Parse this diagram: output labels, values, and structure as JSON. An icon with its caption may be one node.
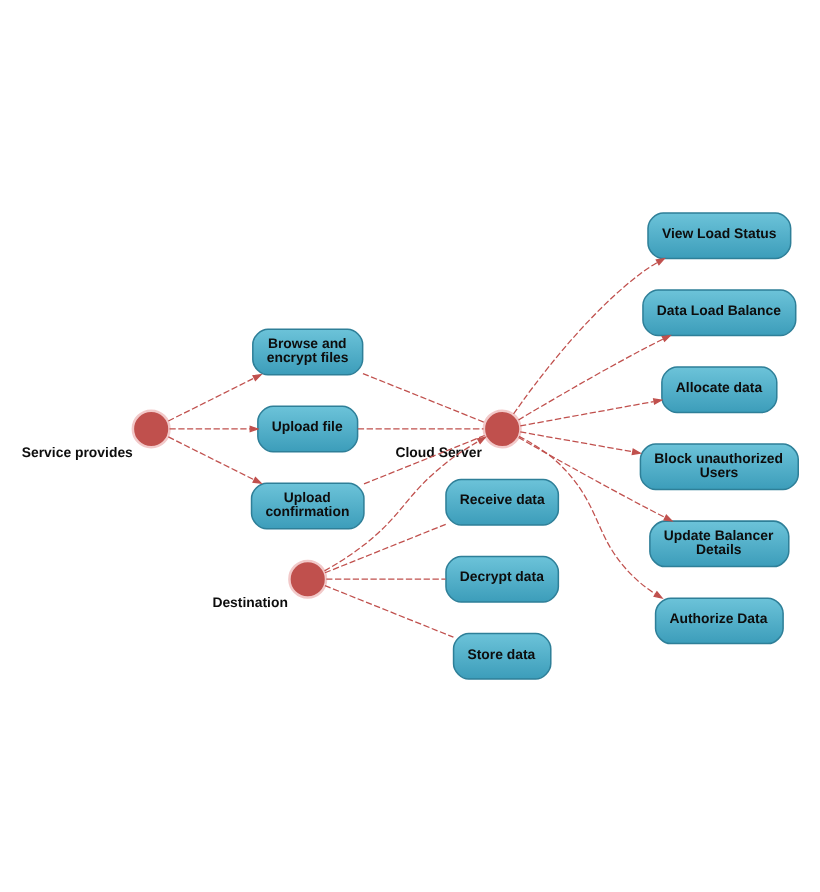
{
  "diagram": {
    "nodes": [
      {
        "text": [
          "Service provides"
        ]
      },
      {
        "text": [
          "Browse and encrypt files"
        ]
      },
      {
        "text": [
          "Upload file"
        ]
      },
      {
        "text": [
          "Upload confirmation"
        ]
      },
      {
        "text": [
          "Cloud Server"
        ]
      },
      {
        "text": [
          "View Load Status"
        ]
      },
      {
        "text": [
          "Data Load Balance"
        ]
      },
      {
        "text": [
          "Allocate data"
        ]
      },
      {
        "text": [
          "Block unauthorized Users"
        ]
      },
      {
        "text": [
          "Update Balancer Details"
        ]
      },
      {
        "text": [
          "Authorize Data"
        ]
      },
      {
        "text": [
          "Destination"
        ]
      },
      {
        "text": [
          "Receive data"
        ]
      },
      {
        "text": [
          "Decrypt data"
        ]
      },
      {
        "text": [
          "Store data"
        ]
      }
    ],
    "edges": [
      {
        "from": 0,
        "to": 1,
        "arrow": "to"
      },
      {
        "from": 0,
        "to": 2,
        "arrow": "to"
      },
      {
        "from": 0,
        "to": 3,
        "arrow": "to"
      },
      {
        "from": 1,
        "to": 4,
        "arrow": "none"
      },
      {
        "from": 2,
        "to": 4,
        "arrow": "none"
      },
      {
        "from": 3,
        "to": 4,
        "arrow": "none"
      },
      {
        "from": 4,
        "to": 5,
        "arrow": "to"
      },
      {
        "from": 4,
        "to": 6,
        "arrow": "to"
      },
      {
        "from": 4,
        "to": 7,
        "arrow": "to"
      },
      {
        "from": 4,
        "to": 8,
        "arrow": "to"
      },
      {
        "from": 4,
        "to": 9,
        "arrow": "to"
      },
      {
        "from": 4,
        "to": 10,
        "arrow": "to"
      },
      {
        "from": 11,
        "to": 4,
        "arrow": "to"
      },
      {
        "from": 11,
        "to": 12,
        "arrow": "none"
      },
      {
        "from": 11,
        "to": 13,
        "arrow": "none"
      },
      {
        "from": 11,
        "to": 14,
        "arrow": "none"
      }
    ]
  }
}
